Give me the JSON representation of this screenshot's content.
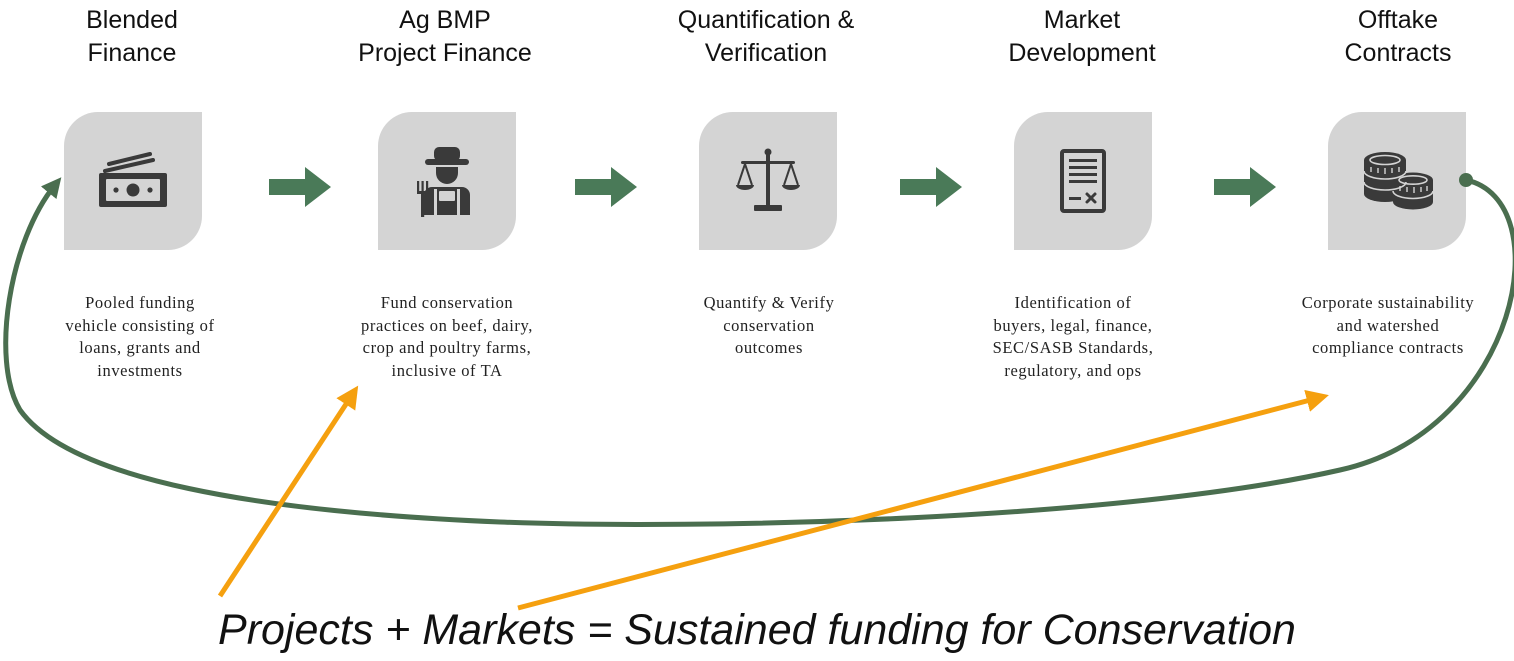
{
  "stages": [
    {
      "title_lines": [
        "Blended",
        "Finance"
      ],
      "icon": "money-icon",
      "desc_lines": [
        "Pooled funding",
        "vehicle consisting of",
        "loans, grants and",
        "investments"
      ]
    },
    {
      "title_lines": [
        "Ag BMP",
        "Project Finance"
      ],
      "icon": "farmer-icon",
      "desc_lines": [
        "Fund conservation",
        "practices on beef, dairy,",
        "crop and poultry farms,",
        "inclusive of TA"
      ]
    },
    {
      "title_lines": [
        "Quantification &",
        "Verification"
      ],
      "icon": "scale-icon",
      "desc_lines": [
        "Quantify & Verify",
        "conservation",
        "outcomes"
      ]
    },
    {
      "title_lines": [
        "Market",
        "Development"
      ],
      "icon": "contract-icon",
      "desc_lines": [
        "Identification of",
        "buyers, legal, finance,",
        "SEC/SASB Standards,",
        "regulatory, and ops"
      ]
    },
    {
      "title_lines": [
        "Offtake",
        "Contracts"
      ],
      "icon": "coins-icon",
      "desc_lines": [
        "Corporate sustainability",
        "and watershed",
        "compliance contracts"
      ]
    }
  ],
  "tagline": "Projects + Markets = Sustained funding for Conservation",
  "colors": {
    "flow_green": "#4a7a58",
    "loop_green": "#4a6e4f",
    "highlight_orange": "#f5a00f",
    "tile_gray": "#d4d4d4",
    "icon_dark": "#3a3a3a"
  }
}
